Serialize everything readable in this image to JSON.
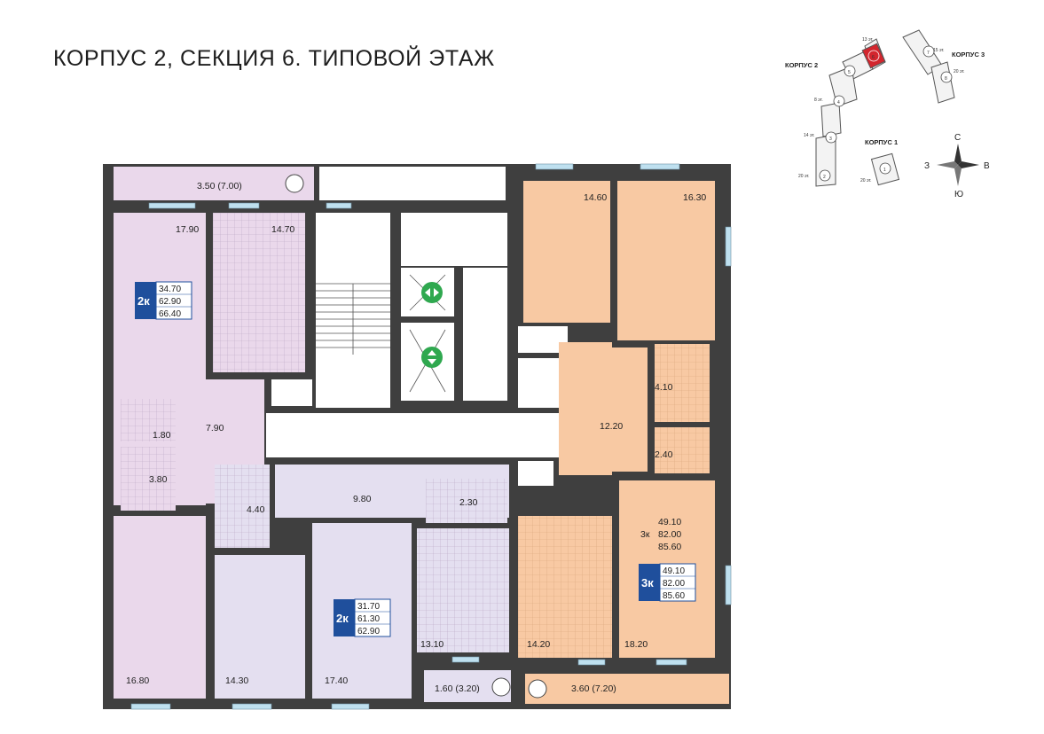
{
  "page": {
    "title": "КОРПУС 2, СЕКЦИЯ 6. ТИПОВОЙ ЭТАЖ"
  },
  "colors": {
    "pink": "#ead8eb",
    "lavender": "#e4dff0",
    "peach": "#f8c9a3",
    "corridor": "#ffffff",
    "wall": "#3f3f3f",
    "window": "#bfe0ef",
    "badge": "#1f4f9c",
    "lift": "#2fa84f",
    "highlight": "#d3262e"
  },
  "rooms": {
    "balcony_tl": "3.50 (7.00)",
    "living_l": "17.90",
    "kitchen_l": "14.70",
    "bath_l1": "1.80",
    "hall_l": "7.90",
    "bath_l2": "3.80",
    "bedroom_bl": "16.80",
    "bath_c": "4.40",
    "hall_c": "9.80",
    "wc_c": "2.30",
    "room_c1": "14.30",
    "room_c2": "17.40",
    "kitchen_c": "13.10",
    "balcony_bc": "1.60 (3.20)",
    "room_r1": "14.60",
    "room_r2": "16.30",
    "bath_r1": "4.10",
    "hall_r": "12.20",
    "bath_r2": "2.40",
    "kitchen_r": "14.20",
    "room_r3": "18.20",
    "balcony_br": "3.60 (7.20)"
  },
  "apartments": [
    {
      "type": "2к",
      "areas": [
        "34.70",
        "62.90",
        "66.40"
      ]
    },
    {
      "type": "2к",
      "areas": [
        "31.70",
        "61.30",
        "62.90"
      ]
    },
    {
      "type": "3к",
      "areas": [
        "49.10",
        "82.00",
        "85.60"
      ]
    }
  ],
  "apt_r_plain": {
    "type": "3к",
    "areas": [
      "49.10",
      "82.00",
      "85.60"
    ]
  },
  "keymap": {
    "buildings": [
      "КОРПУС 2",
      "КОРПУС 3",
      "КОРПУС 1"
    ],
    "sections": [
      "1",
      "2",
      "3",
      "4",
      "5",
      "6",
      "7",
      "8"
    ],
    "floors": [
      "13 эт.",
      "15 эт.",
      "20 эт.",
      "8 эт.",
      "14 эт.",
      "20 эт.",
      "20 эт."
    ],
    "compass": {
      "n": "С",
      "s": "Ю",
      "w": "З",
      "e": "В"
    },
    "highlighted_section": "6"
  }
}
